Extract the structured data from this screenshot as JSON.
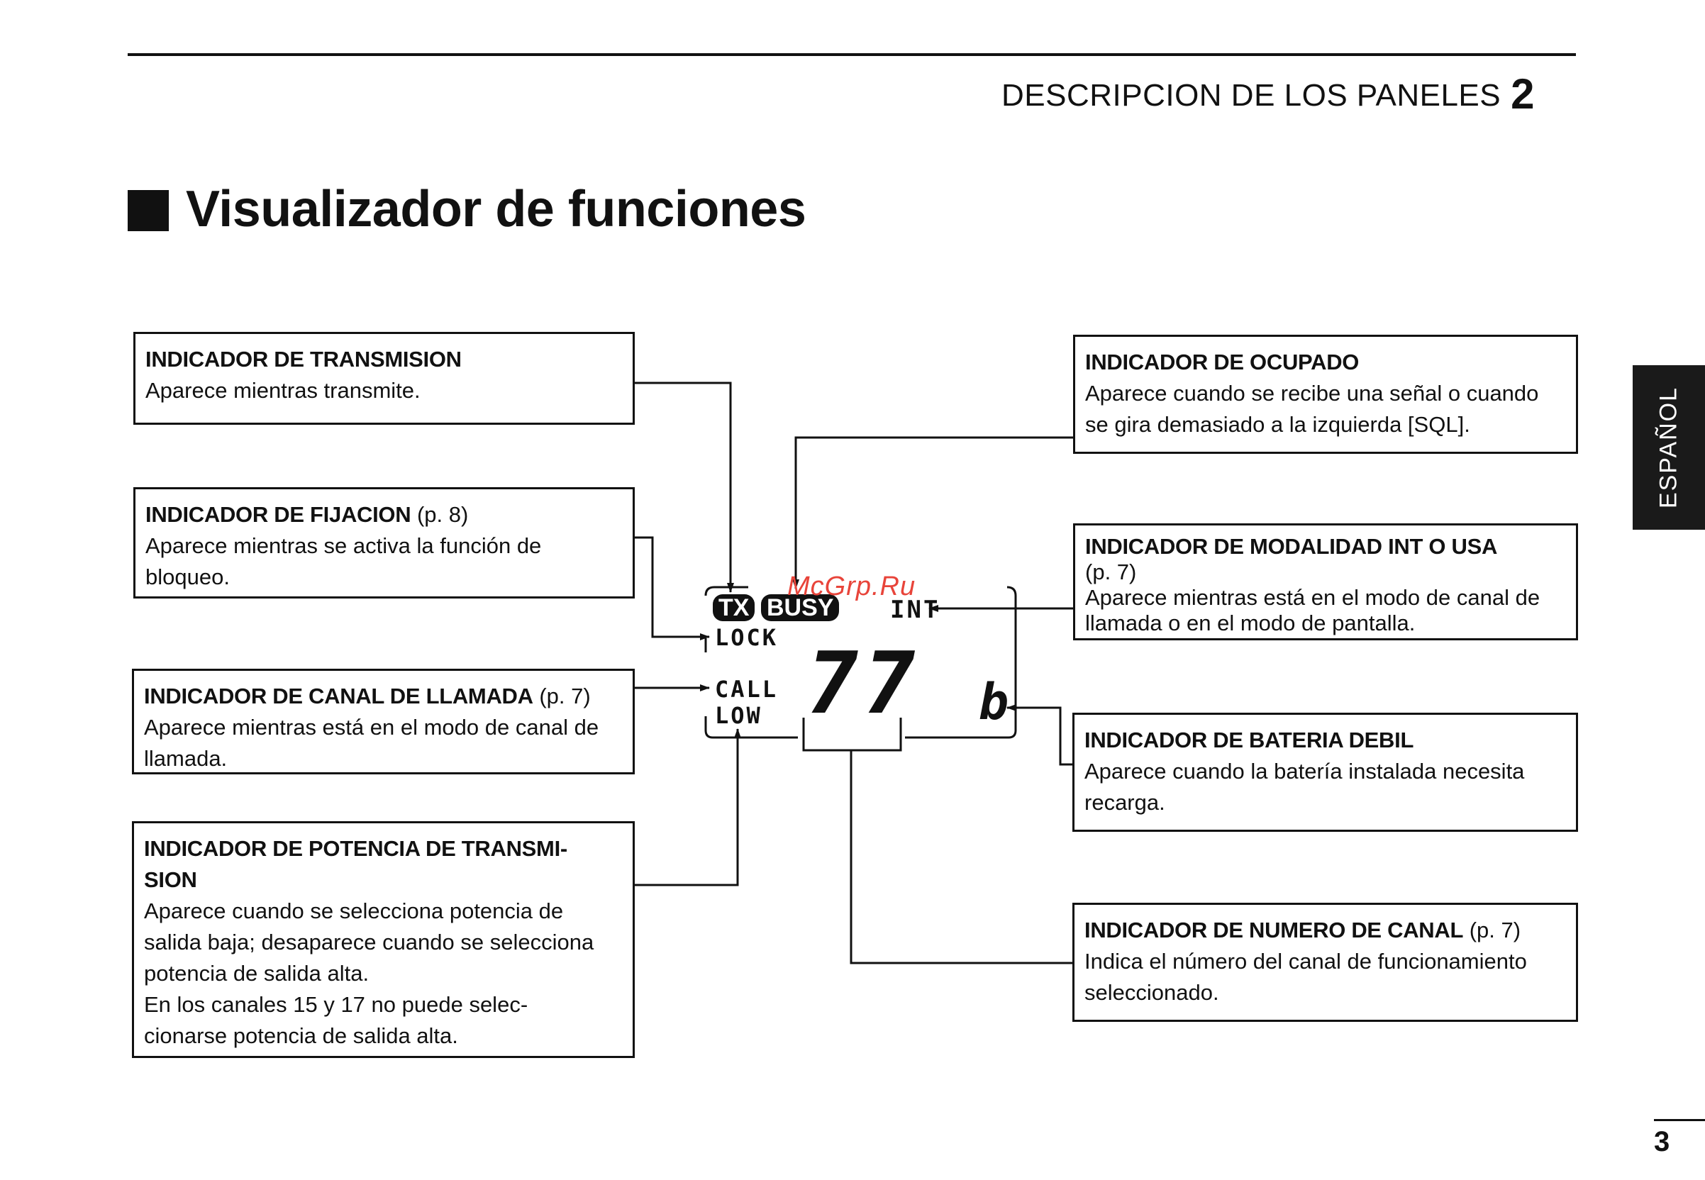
{
  "header": {
    "section_title": "DESCRIPCION DE LOS PANELES",
    "section_number": "2"
  },
  "page_heading": "Visualizador de funciones",
  "side_tab": "ESPAÑOL",
  "display": {
    "tx": "TX",
    "busy": "BUSY",
    "int": "INT",
    "lock": "LOCK",
    "call": "CALL",
    "low": "LOW",
    "channel": "77",
    "battery": "b"
  },
  "callouts": {
    "transmision": {
      "title": "INDICADOR DE TRANSMISION",
      "ref": "",
      "lines": [
        "Aparece mientras transmite."
      ]
    },
    "fijacion": {
      "title": "INDICADOR DE FIJACION",
      "ref": "(p. 8)",
      "lines": [
        "Aparece mientras se activa la función de",
        "bloqueo."
      ]
    },
    "canal_llamada": {
      "title": "INDICADOR DE CANAL DE LLAMADA",
      "ref": "(p. 7)",
      "lines": [
        "Aparece mientras está en el modo de canal de",
        "llamada."
      ]
    },
    "potencia": {
      "title_line1": "INDICADOR DE POTENCIA DE TRANSMI-",
      "title_line2": "SION",
      "lines": [
        "Aparece cuando se selecciona potencia de",
        "salida baja; desaparece cuando se selecciona",
        "potencia de salida alta.",
        "En los canales 15 y 17 no puede selec-",
        "cionarse potencia de salida alta."
      ]
    },
    "ocupado": {
      "title": "INDICADOR DE OCUPADO",
      "lines": [
        "Aparece cuando se recibe una señal o cuando",
        "se gira demasiado a la izquierda [SQL]."
      ]
    },
    "modalidad": {
      "title": "INDICADOR DE MODALIDAD INT O USA",
      "ref": "(p. 7)",
      "lines": [
        "Aparece mientras está en el modo de canal de",
        "llamada o en el modo de pantalla."
      ]
    },
    "bateria": {
      "title": "INDICADOR DE BATERIA DEBIL",
      "lines": [
        "Aparece cuando la batería instalada necesita",
        "recarga."
      ]
    },
    "numero_canal": {
      "title": "INDICADOR DE NUMERO DE CANAL",
      "ref": "(p. 7)",
      "lines": [
        "Indica el número del canal de funcionamiento",
        "seleccionado."
      ]
    }
  },
  "watermark": "McGrp.Ru",
  "page_number": "3"
}
